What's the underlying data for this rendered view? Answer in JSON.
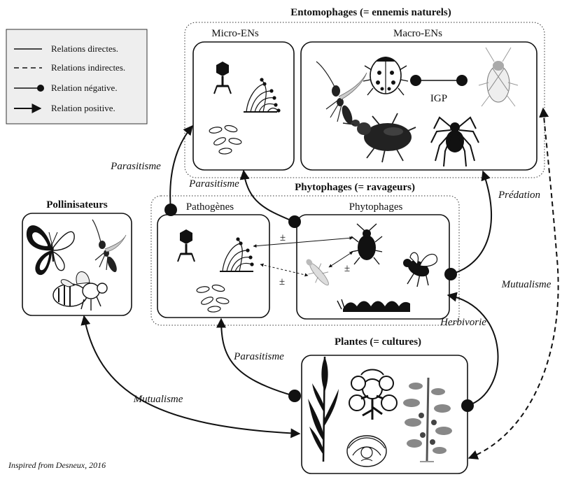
{
  "legend": {
    "direct": "Relations directes.",
    "indirect": "Relations indirectes.",
    "negative": "Relation négative.",
    "positive": "Relation positive."
  },
  "groups": {
    "entomophages_title": "Entomophages (= ennemis naturels)",
    "micro_ens": "Micro-ENs",
    "macro_ens": "Macro-ENs",
    "igp": "IGP",
    "phytophages_title": "Phytophages (= ravageurs)",
    "pathogenes": "Pathogènes",
    "phytophages": "Phytophages",
    "pollinisateurs": "Pollinisateurs",
    "plantes": "Plantes (= cultures)"
  },
  "relations": {
    "parasitisme_top": "Parasitisme",
    "parasitisme_mid": "Parasitisme",
    "parasitisme_low": "Parasitisme",
    "predation": "Prédation",
    "mutualisme_right": "Mutualisme",
    "herbivorie": "Herbivorie",
    "mutualisme_left": "Mutualisme",
    "pm1": "±",
    "pm2": "±",
    "pm3": "±"
  },
  "credit": "Inspired from Desneux, 2016",
  "colors": {
    "stroke": "#111111",
    "background": "#ffffff",
    "legend_bg": "#eeeeee"
  },
  "icons": [
    "phage-icon",
    "fungus-icon",
    "bacteria-icon",
    "wasp-icon",
    "ladybug-icon",
    "mirid-bug-icon",
    "ground-beetle-icon",
    "spider-icon",
    "butterfly-icon",
    "bee-icon",
    "aphid-icon",
    "thrips-icon",
    "fly-icon",
    "caterpillar-icon",
    "wheat-icon",
    "cotton-icon",
    "cabbage-icon",
    "tomato-plant-icon"
  ]
}
